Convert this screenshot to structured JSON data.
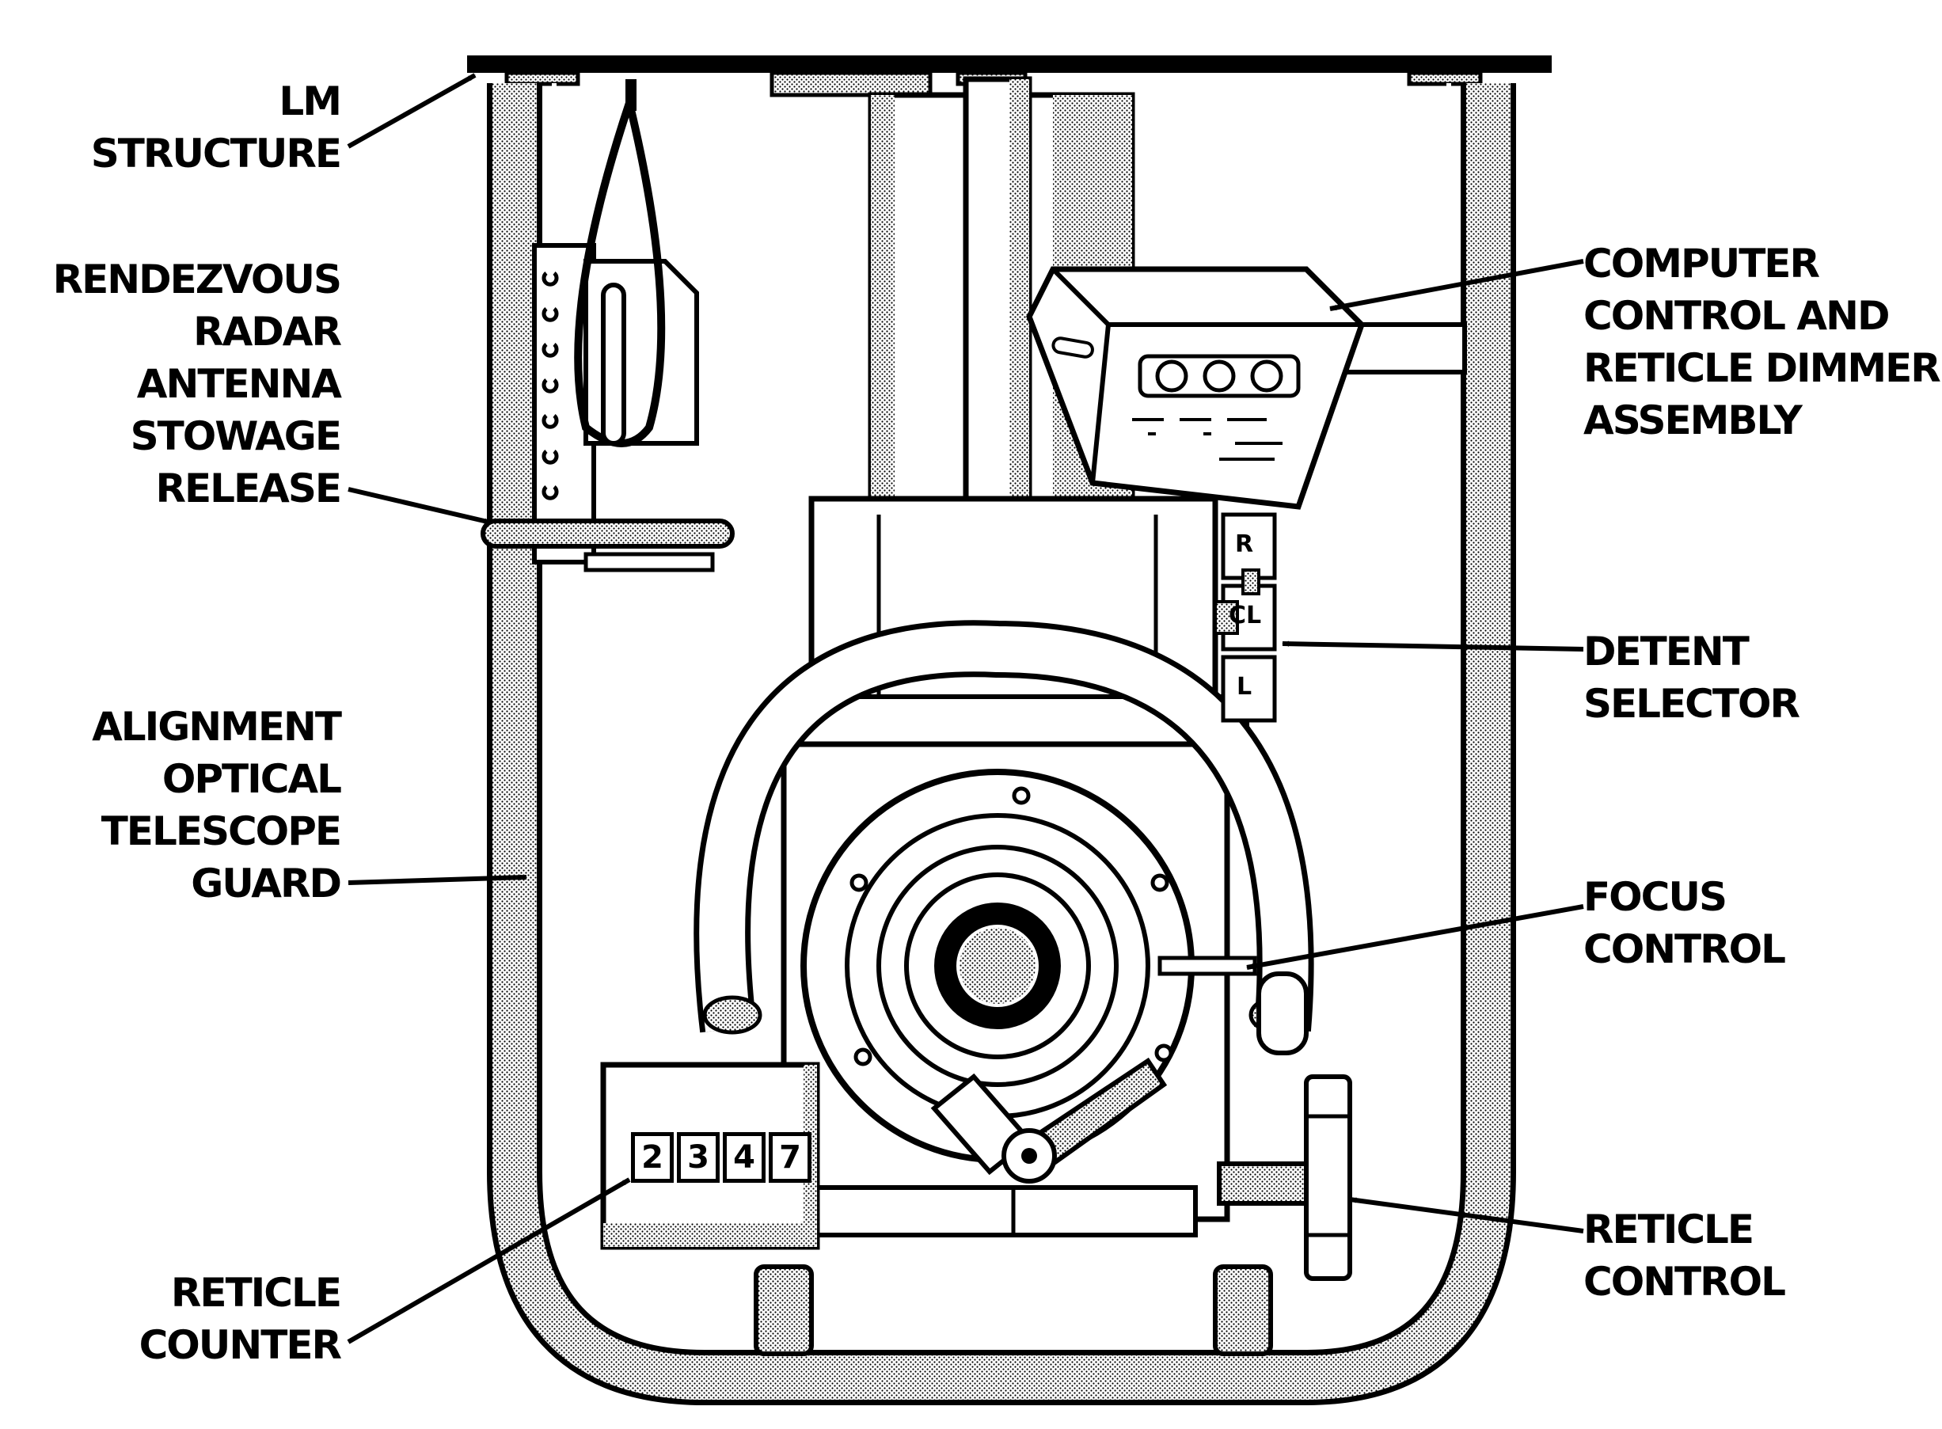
{
  "labels": {
    "lm_structure": [
      "LM",
      "STRUCTURE"
    ],
    "rr_stowage": [
      "RENDEZVOUS",
      "RADAR",
      "ANTENNA",
      "STOWAGE",
      "RELEASE"
    ],
    "aot_guard": [
      "ALIGNMENT",
      "OPTICAL",
      "TELESCOPE",
      "GUARD"
    ],
    "reticle_counter": [
      "RETICLE",
      "COUNTER"
    ],
    "computer_control": [
      "COMPUTER",
      "CONTROL AND",
      "RETICLE DIMMER",
      "ASSEMBLY"
    ],
    "detent_selector": [
      "DETENT",
      "SELECTOR"
    ],
    "focus_control": [
      "FOCUS",
      "CONTROL"
    ],
    "reticle_control": [
      "RETICLE",
      "CONTROL"
    ]
  },
  "counter_digits": [
    "2",
    "3",
    "4",
    "7"
  ],
  "detent_marks": [
    "R",
    "CL",
    "L"
  ],
  "colors": {
    "ink": "#000000",
    "paper": "#ffffff",
    "stipple": "#8a8a8a"
  }
}
